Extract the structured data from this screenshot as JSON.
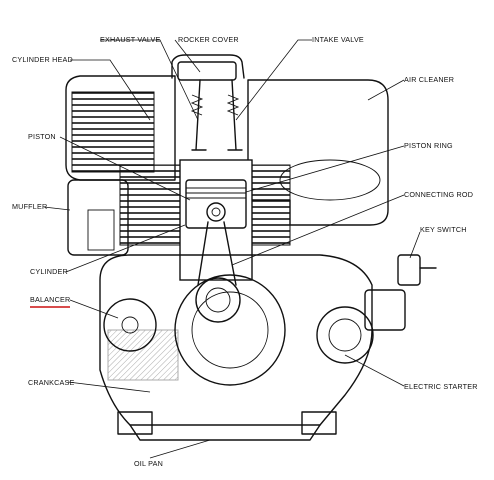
{
  "labels": {
    "exhaust_valve": "EXHAUST VALVE",
    "rocker_cover": "ROCKER COVER",
    "intake_valve": "INTAKE VALVE",
    "cylinder_head": "CYLINDER HEAD",
    "air_cleaner": "AIR CLEANER",
    "piston": "PISTON",
    "piston_ring": "PISTON RING",
    "muffler": "MUFFLER",
    "connecting_rod": "CONNECTING ROD",
    "key_switch": "KEY SWITCH",
    "cylinder": "CYLINDER",
    "balancer": "BALANCER",
    "crankcase": "CRANKCASE",
    "electric_starter": "ELECTRIC STARTER",
    "oil_pan": "OIL PAN"
  },
  "colors": {
    "ink": "#111111",
    "highlight_underline": "#cc1111",
    "background": "#ffffff"
  }
}
